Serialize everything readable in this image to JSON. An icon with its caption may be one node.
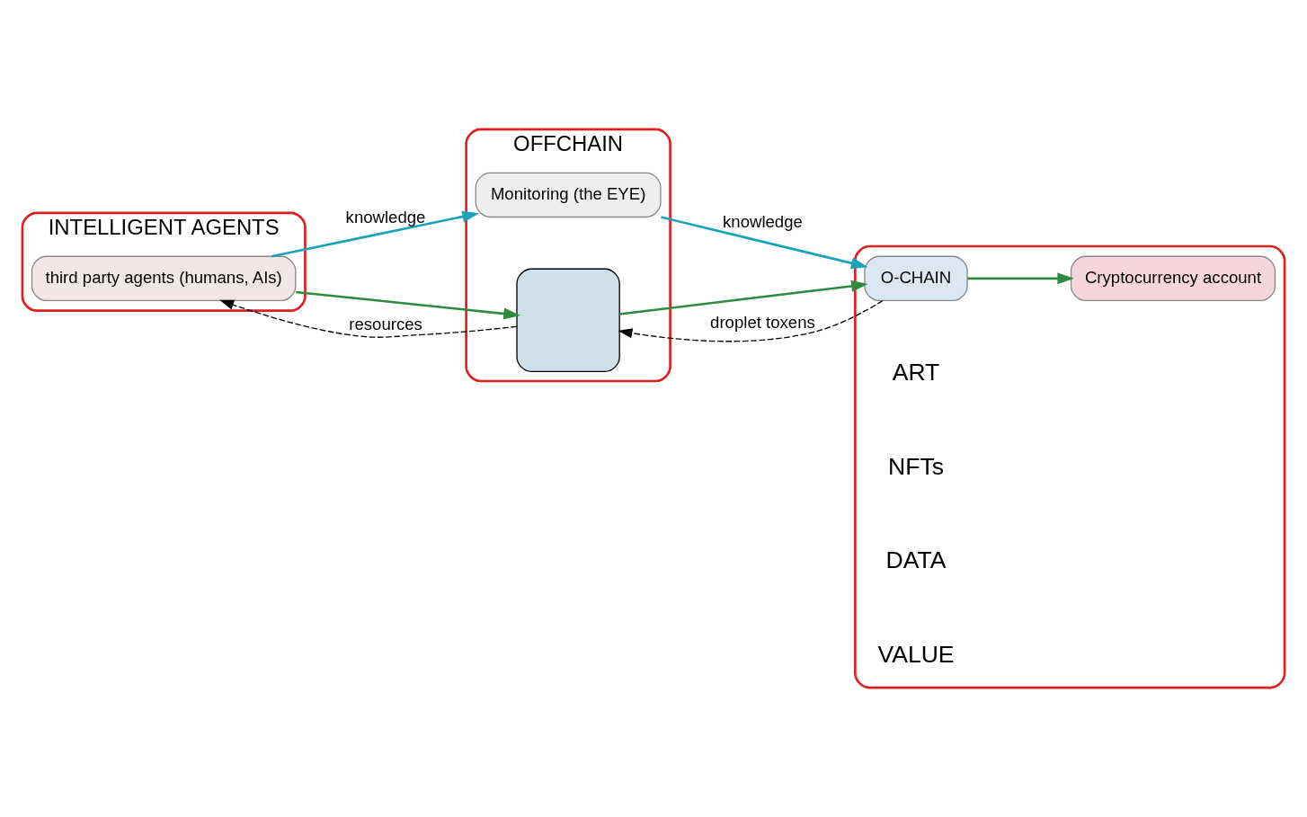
{
  "diagram": {
    "nodes": [
      {
        "text": [
          "INTELLIGENT AGENTS"
        ]
      },
      {
        "text": [
          "third party agents (humans, AIs)"
        ],
        "in": 0
      },
      {
        "text": [
          "OFFCHAIN"
        ]
      },
      {
        "text": [
          "Monitoring (the EYE)"
        ],
        "in": 2
      },
      {
        "text": [],
        "shape": "box",
        "in": 2
      },
      {
        "text": [],
        "shape": "box"
      },
      {
        "text": [
          "Cryptocurrency account"
        ],
        "in": 5
      },
      {
        "text": [
          "O-CHAIN"
        ],
        "in": 5
      }
    ],
    "edges": [
      {
        "from": 1,
        "to": 3,
        "arrow": "to",
        "label": "knowledge",
        "color": "#1ba3b8"
      },
      {
        "from": 3,
        "to": 7,
        "arrow": "to",
        "label": "knowledge",
        "color": "#1ba3b8"
      },
      {
        "from": 1,
        "to": 4,
        "arrow": "to",
        "color": "#2e8b3e"
      },
      {
        "from": 4,
        "to": 1,
        "arrow": "to",
        "label": "resources",
        "style": "dashed",
        "color": "#000000"
      },
      {
        "from": 4,
        "to": 7,
        "arrow": "to",
        "color": "#2e8b3e"
      },
      {
        "from": 7,
        "to": 4,
        "arrow": "to",
        "label": "droplet toxens",
        "style": "dashed",
        "color": "#000000"
      },
      {
        "from": 7,
        "to": 6,
        "arrow": "to",
        "color": "#2e8b3e"
      }
    ],
    "labels": [
      "ART",
      "NFTs",
      "DATA",
      "VALUE"
    ]
  }
}
